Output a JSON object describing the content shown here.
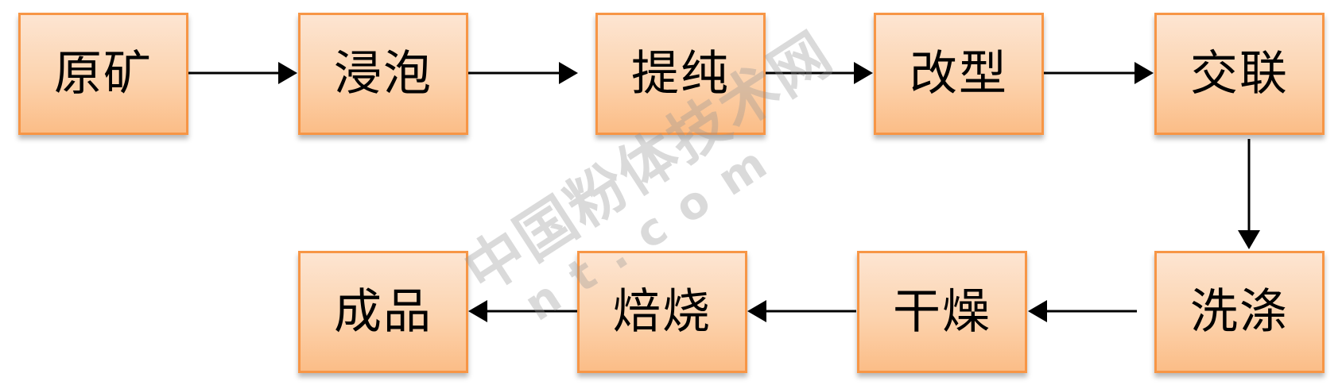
{
  "diagram": {
    "title": "",
    "colors": {
      "box_fill_top": "#fde5d2",
      "box_fill_bottom": "#fbbd87",
      "box_border": "#f79646",
      "arrow": "#000000"
    },
    "nodes": [
      {
        "id": "n1",
        "label": "原矿"
      },
      {
        "id": "n2",
        "label": "浸泡"
      },
      {
        "id": "n3",
        "label": "提纯"
      },
      {
        "id": "n4",
        "label": "改型"
      },
      {
        "id": "n5",
        "label": "交联"
      },
      {
        "id": "n6",
        "label": "洗涤"
      },
      {
        "id": "n7",
        "label": "干燥"
      },
      {
        "id": "n8",
        "label": "焙烧"
      },
      {
        "id": "n9",
        "label": "成品"
      }
    ],
    "edges": [
      {
        "from": "原矿",
        "to": "浸泡"
      },
      {
        "from": "浸泡",
        "to": "提纯"
      },
      {
        "from": "提纯",
        "to": "改型"
      },
      {
        "from": "改型",
        "to": "交联"
      },
      {
        "from": "交联",
        "to": "洗涤"
      },
      {
        "from": "洗涤",
        "to": "干燥"
      },
      {
        "from": "干燥",
        "to": "焙烧"
      },
      {
        "from": "焙烧",
        "to": "成品"
      }
    ]
  },
  "watermark": {
    "line1": "中国粉体技术网",
    "line2": "nt.com"
  }
}
